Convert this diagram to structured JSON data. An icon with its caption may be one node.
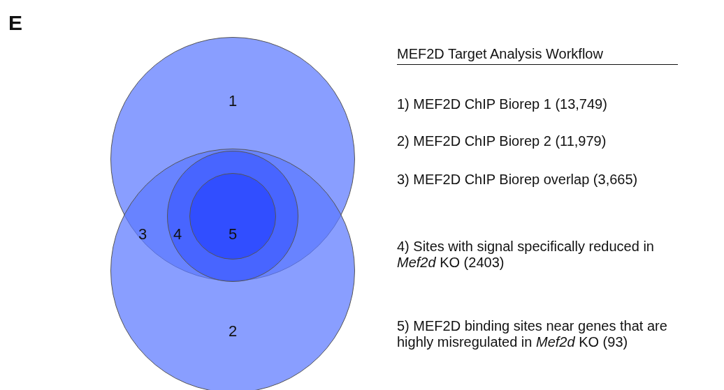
{
  "diagram": {
    "title": "MEF2D Target Analysis Workflow",
    "nodes": [
      {
        "text": [
          "1"
        ]
      },
      {
        "text": [
          "2"
        ]
      },
      {
        "text": [
          "4"
        ]
      },
      {
        "text": [
          "5"
        ],
        "in": 2
      }
    ],
    "labels": [
      "E",
      "3",
      "1) MEF2D ChIP Biorep 1 (13,749)",
      "2) MEF2D ChIP Biorep 2 (11,979)",
      "3) MEF2D ChIP Biorep overlap (3,665)",
      "4) Sites with signal specifically reduced in *Mef2d* KO (2403)",
      "5) MEF2D binding sites near genes that are highly misregulated in *Mef2d* KO (93)"
    ]
  }
}
